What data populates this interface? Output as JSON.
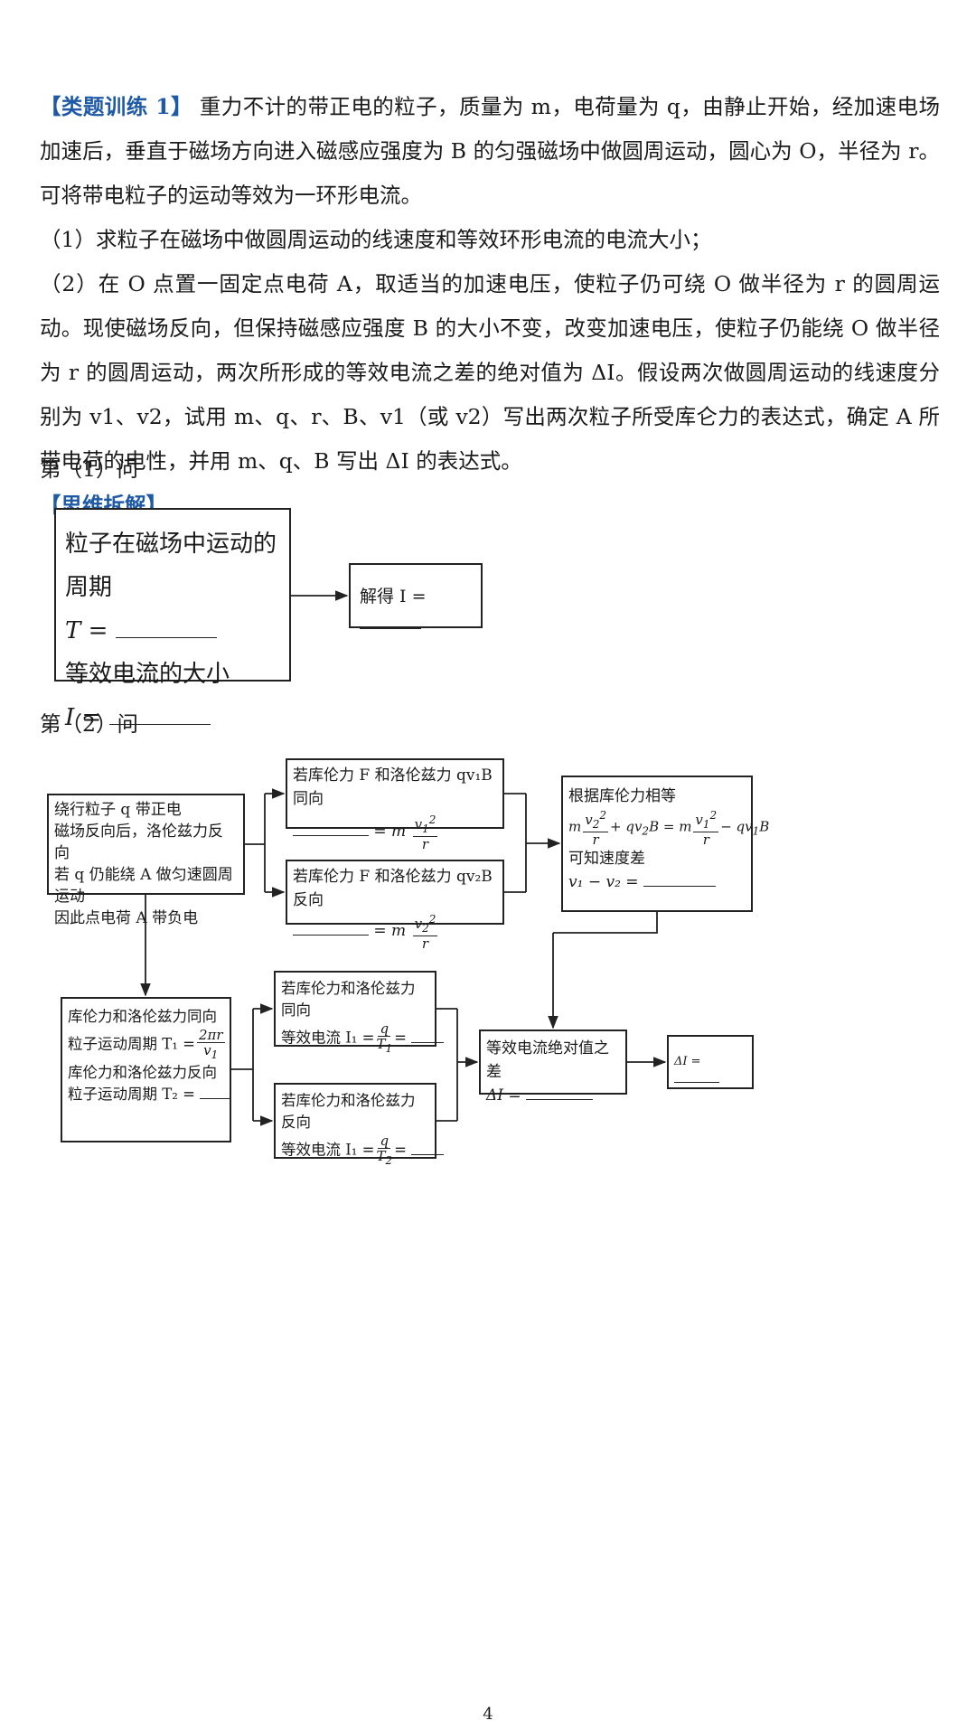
{
  "problem": {
    "heading": "【类题训练 1】",
    "line1": "重力不计的带正电的粒子，质量为 m，电荷量为 q，由静止开始，经加速电场加速后，垂直于磁场方向进入磁感应强度为 B 的匀强磁场中做圆周运动，圆心为 O，半径为 r。可将带电粒子的运动等效为一环形电流。",
    "q1": "（1）求粒子在磁场中做圆周运动的线速度和等效环形电流的电流大小；",
    "q2": "（2）在 O 点置一固定点电荷 A，取适当的加速电压，使粒子仍可绕 O 做半径为 r 的圆周运动。现使磁场反向，但保持磁感应强度 B 的大小不变，改变加速电压，使粒子仍能绕 O 做半径为 r 的圆周运动，两次所形成的等效电流之差的绝对值为 ΔI。假设两次做圆周运动的线速度分别为 v1、v2，试用 m、q、r、B、v1（或 v2）写出两次粒子所受库仑力的表达式，确定 A 所带电荷的电性，并用 m、q、B 写出 ΔI 的表达式。"
  },
  "analysis_heading": "【思维拆解】",
  "part1": {
    "label": "第（1）问",
    "box_a_line1": "粒子在磁场中运动的周期",
    "box_a_line2": "T =",
    "box_a_line3": "等效电流的大小",
    "box_a_line4": "I =",
    "box_b": "解得 I ="
  },
  "part2": {
    "label": "第（2）问",
    "start_box": [
      "绕行粒子 q 带正电",
      "磁场反向后，洛伦兹力反向",
      "若 q 仍能绕 A 做匀速圆周运动",
      "因此点电荷 A 带负电"
    ],
    "same_dir_title": "若库伦力 F 和洛伦兹力 qv₁B 同向",
    "same_dir_eq": "= m",
    "opp_dir_title": "若库伦力 F 和洛伦兹力 qv₂B 反向",
    "opp_dir_eq": "= m",
    "coulomb_box_title": "根据库伦力相等",
    "coulomb_box_known": "可知速度差",
    "coulomb_box_diff": "v₁ − v₂ =",
    "period_box": [
      "库伦力和洛伦兹力同向",
      "粒子运动周期 T₁ =",
      "库伦力和洛伦兹力反向",
      "粒子运动周期 T₂ ="
    ],
    "cur_same_title": "若库伦力和洛伦兹力同向",
    "cur_same_eq": "等效电流 I₁ =",
    "cur_opp_title": "若库伦力和洛伦兹力反向",
    "cur_opp_eq": "等效电流 I₁ =",
    "diff_box_title": "等效电流绝对值之差",
    "diff_box_eq": "ΔI =",
    "final_box": "ΔI ="
  },
  "page_number": "4"
}
